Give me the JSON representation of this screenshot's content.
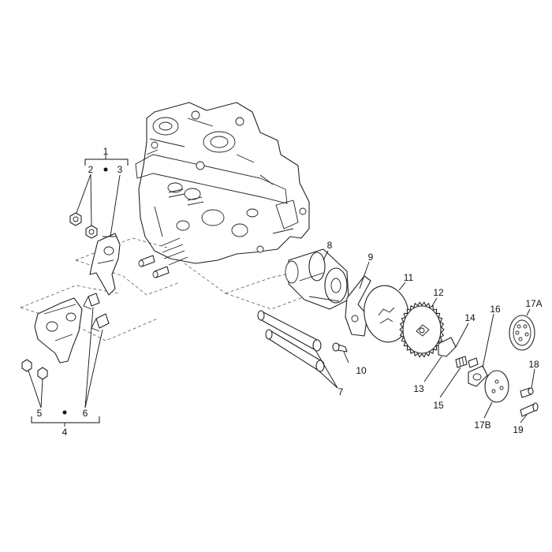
{
  "callouts": {
    "c1": "1",
    "c2": "2",
    "c3": "3",
    "c4": "4",
    "c5": "5",
    "c6": "6",
    "c7": "7",
    "c8": "8",
    "c9": "9",
    "c10": "10",
    "c11": "11",
    "c12": "12",
    "c13": "13",
    "c14": "14",
    "c15": "15",
    "c16": "16",
    "c17a": "17A",
    "c17b": "17B",
    "c18": "18",
    "c19": "19"
  }
}
